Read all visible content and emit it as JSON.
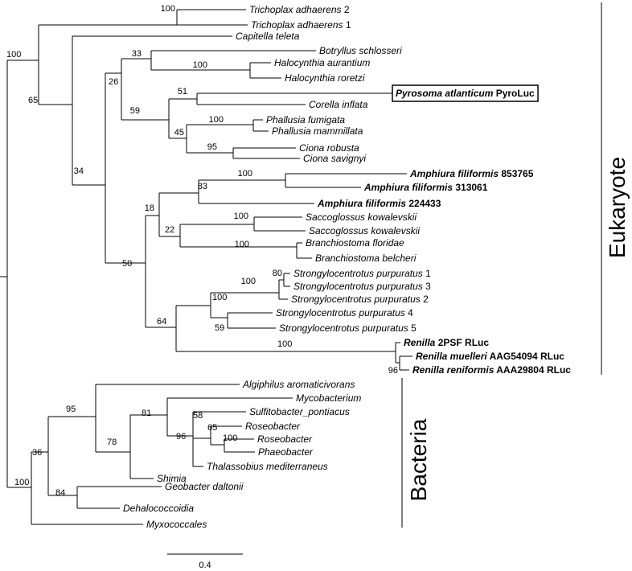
{
  "figure": {
    "scale_bar": {
      "label": "0.4",
      "length": 0.4
    },
    "groups": [
      {
        "name": "Eukaryote"
      },
      {
        "name": "Bacteria"
      }
    ]
  },
  "tree": {
    "bootstrap": {
      "root_top": "100",
      "euk_split": "65",
      "tricho": "100",
      "n34": "34",
      "n26": "26",
      "n33": "33",
      "halo": "100",
      "n59": "59",
      "n51": "51",
      "n45": "45",
      "phal": "100",
      "ciona": "95",
      "n50": "50",
      "n18": "18",
      "n83": "83",
      "amph": "100",
      "n22": "22",
      "sacc": "100",
      "bran": "100",
      "n64": "64",
      "sp_top": "100",
      "sp_a": "100",
      "sp_b": "80",
      "sp_c": "59",
      "ren": "100",
      "ren_sub": "96",
      "n36": "36",
      "n95": "95",
      "n78": "78",
      "n81": "81",
      "n96": "96",
      "n58": "58",
      "n65b": "65",
      "rp": "100",
      "bot": "100",
      "n84": "84"
    },
    "leaves": [
      {
        "id": "trich2",
        "italic": "Trichoplax adhaerens",
        "suffix": " 2",
        "bold": false
      },
      {
        "id": "trich1",
        "italic": "Trichoplax adhaerens",
        "suffix": " 1",
        "bold": false
      },
      {
        "id": "capi",
        "italic": "Capitella teleta",
        "suffix": "",
        "bold": false
      },
      {
        "id": "botr",
        "italic": "Botryllus schlosseri",
        "suffix": "",
        "bold": false
      },
      {
        "id": "hal_a",
        "italic": "Halocynthia aurantium",
        "suffix": "",
        "bold": false
      },
      {
        "id": "hal_r",
        "italic": "Halocynthia roretzi",
        "suffix": "",
        "bold": false
      },
      {
        "id": "pyro",
        "italic": "Pyrosoma atlanticum",
        "suffix": " PyroLuc",
        "bold": true
      },
      {
        "id": "core",
        "italic": "Corella inflata",
        "suffix": "",
        "bold": false
      },
      {
        "id": "ph_f",
        "italic": "Phallusia fumigata",
        "suffix": "",
        "bold": false
      },
      {
        "id": "ph_m",
        "italic": "Phallusia mammillata",
        "suffix": "",
        "bold": false
      },
      {
        "id": "ci_r",
        "italic": "Ciona robusta",
        "suffix": "",
        "bold": false
      },
      {
        "id": "ci_s",
        "italic": "Ciona savignyi",
        "suffix": "",
        "bold": false
      },
      {
        "id": "am1",
        "italic": "Amphiura filiformis",
        "suffix": " 853765",
        "bold": true
      },
      {
        "id": "am2",
        "italic": "Amphiura filiformis",
        "suffix": " 313061",
        "bold": true
      },
      {
        "id": "am3",
        "italic": "Amphiura filiformis",
        "suffix": " 224433",
        "bold": true
      },
      {
        "id": "sa1",
        "italic": "Saccoglossus kowalevskii",
        "suffix": "",
        "bold": false
      },
      {
        "id": "sa2",
        "italic": "Saccoglossus kowalevskii",
        "suffix": "",
        "bold": false
      },
      {
        "id": "br_f",
        "italic": "Branchiostoma floridae",
        "suffix": "",
        "bold": false
      },
      {
        "id": "br_b",
        "italic": "Branchiostoma belcheri",
        "suffix": "",
        "bold": false
      },
      {
        "id": "sp1",
        "italic": "Strongylocentrotus purpuratus",
        "suffix": " 1",
        "bold": false
      },
      {
        "id": "sp3",
        "italic": "Strongylocentrotus purpuratus",
        "suffix": " 3",
        "bold": false
      },
      {
        "id": "sp2",
        "italic": "Strongylocentrotus purpuratus",
        "suffix": " 2",
        "bold": false
      },
      {
        "id": "sp4",
        "italic": "Strongylocentrotus purpuratus",
        "suffix": " 4",
        "bold": false
      },
      {
        "id": "sp5",
        "italic": "Strongylocentrotus purpuratus",
        "suffix": " 5",
        "bold": false
      },
      {
        "id": "ren1",
        "italic": "Renilla",
        "suffix": " 2PSF RLuc",
        "bold": true
      },
      {
        "id": "ren2",
        "italic": "Renilla muelleri",
        "suffix": " AAG54094 RLuc",
        "bold": true
      },
      {
        "id": "ren3",
        "italic": "Renilla reniformis",
        "suffix": " AAA29804 RLuc",
        "bold": true
      },
      {
        "id": "algi",
        "italic": "Algiphilus aromaticivorans",
        "suffix": "",
        "bold": false
      },
      {
        "id": "myco",
        "italic": "Mycobacterium",
        "suffix": "",
        "bold": false
      },
      {
        "id": "sulf",
        "italic": "Sulfitobacter_pontiacus",
        "suffix": "",
        "bold": false
      },
      {
        "id": "ros1",
        "italic": "Roseobacter",
        "suffix": "",
        "bold": false
      },
      {
        "id": "ros2",
        "italic": "Roseobacter",
        "suffix": "",
        "bold": false
      },
      {
        "id": "phae",
        "italic": "Phaeobacter",
        "suffix": "",
        "bold": false
      },
      {
        "id": "thal",
        "italic": "Thalassobius mediterraneus",
        "suffix": "",
        "bold": false
      },
      {
        "id": "shim",
        "italic": "Shimia",
        "suffix": "",
        "bold": false
      },
      {
        "id": "geob",
        "italic": "Geobacter daltonii",
        "suffix": "",
        "bold": false
      },
      {
        "id": "deha",
        "italic": "Dehalococcoidia",
        "suffix": "",
        "bold": false
      },
      {
        "id": "myxo",
        "italic": "Myxococcales",
        "suffix": "",
        "bold": false
      }
    ]
  }
}
